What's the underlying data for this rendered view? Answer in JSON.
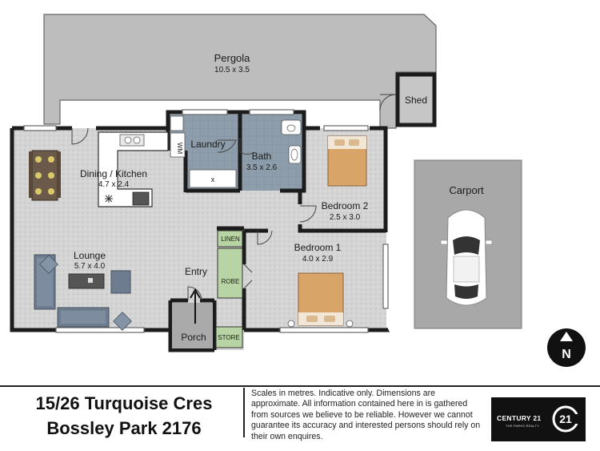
{
  "rooms": {
    "pergola": {
      "name": "Pergola",
      "size": "10.5 x 3.5"
    },
    "shed": {
      "name": "Shed"
    },
    "laundry": {
      "name": "Laundry"
    },
    "wm": {
      "name": "WM"
    },
    "bath": {
      "name": "Bath",
      "size": "3.5 x 2.6"
    },
    "bedroom2": {
      "name": "Bedroom 2",
      "size": "2.5 x 3.0"
    },
    "dining_kitchen": {
      "name": "Dining / Kitchen",
      "size": "4.7 x 2.4"
    },
    "carport": {
      "name": "Carport"
    },
    "linen": {
      "name": "LINEN"
    },
    "robe": {
      "name": "ROBE"
    },
    "bedroom1": {
      "name": "Bedroom 1",
      "size": "4.0 x 2.9"
    },
    "lounge": {
      "name": "Lounge",
      "size": "5.7 x 4.0"
    },
    "entry": {
      "name": "Entry"
    },
    "porch": {
      "name": "Porch"
    },
    "store": {
      "name": "STORE"
    }
  },
  "compass": {
    "letter": "N"
  },
  "footer": {
    "address_line1": "15/26 Turquoise Cres",
    "address_line2": "Bossley Park 2176",
    "disclaimer": "Scales in metres. Indicative only. Dimensions are approximate. All information contained here in is gathered from sources we believe to be reliable. However we cannot guarantee its accuracy and interested persons should rely on their own enquires.",
    "logo_text": "CENTURY 21",
    "logo_subtext": "THE PARKS REALTY",
    "logo_mark": "21"
  },
  "colors": {
    "wall": "#1c1c1c",
    "carpet": "#d6d6d6",
    "outdoor": "#bcbcbc",
    "bath_tile": "#8a9aa8",
    "robe_green": "#b9d4a4",
    "porch": "#aaaaaa",
    "bed_wood": "#d8a468"
  }
}
